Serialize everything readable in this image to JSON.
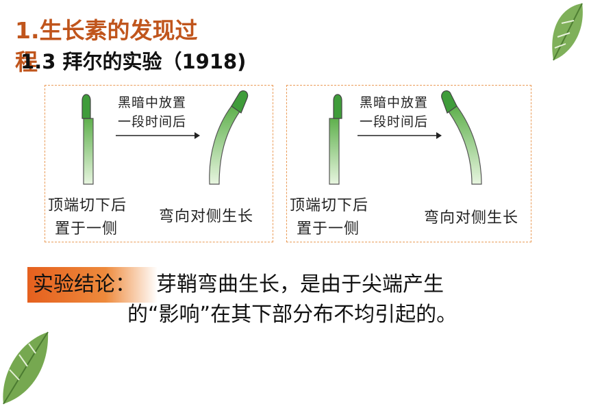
{
  "header": {
    "title": "1.生长素的发现过程",
    "subtitle": "1.3 拜尔的实验（1918)"
  },
  "panels": [
    {
      "arrow_label_line1": "黑暗中放置",
      "arrow_label_line2": "一段时间后",
      "left_caption_line1": "顶端切下后",
      "left_caption_line2": "置于一侧",
      "right_caption": "弯向对侧生长"
    },
    {
      "arrow_label_line1": "黑暗中放置",
      "arrow_label_line2": "一段时间后",
      "left_caption_line1": "顶端切下后",
      "left_caption_line2": "置于一侧",
      "right_caption": "弯向对侧生长"
    }
  ],
  "conclusion": {
    "label": "实验结论：",
    "text": "芽鞘弯曲生长，是由于尖端产生的“影响”在其下部分布不均引起的。"
  },
  "colors": {
    "title": "#c0551c",
    "accent": "#e5601e",
    "panel_border": "#ea9a55",
    "stem_green": "#6cbf5a"
  }
}
